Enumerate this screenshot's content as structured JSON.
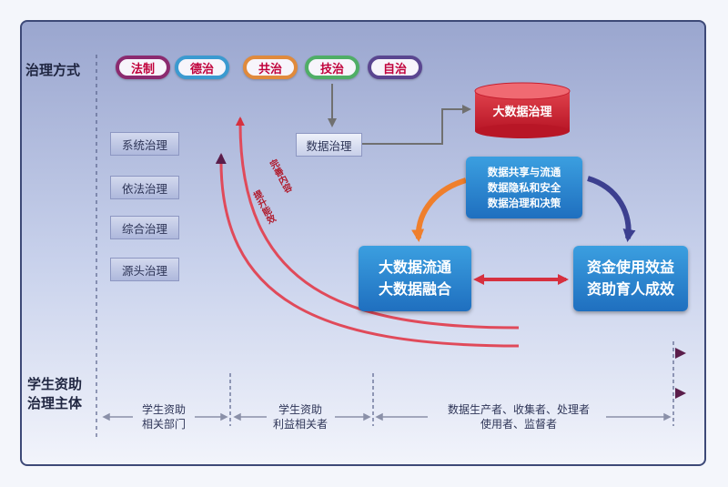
{
  "left_labels": {
    "methods": "治理方式",
    "subject_line1": "学生资助",
    "subject_line2": "治理主体"
  },
  "methods": [
    {
      "label": "法制",
      "ring": "#8b2a6f"
    },
    {
      "label": "德治",
      "ring": "#3b9ad0"
    },
    {
      "label": "共治",
      "ring": "#e08a3c"
    },
    {
      "label": "技治",
      "ring": "#4fae66"
    },
    {
      "label": "自治",
      "ring": "#5a4690"
    }
  ],
  "governance_list": [
    "系统治理",
    "依法治理",
    "综合治理",
    "源头治理"
  ],
  "data_governance": "数据治理",
  "big_data_governance": "大数据治理",
  "top_box": [
    "数据共享与流通",
    "数据隐私和安全",
    "数据治理和决策"
  ],
  "left_box": [
    "大数据流通",
    "大数据融合"
  ],
  "right_box": [
    "资金使用效益",
    "资助育人成效"
  ],
  "curve_labels": {
    "outer": "完善内容",
    "inner": "提升能效"
  },
  "bottom_groups": [
    {
      "line1": "学生资助",
      "line2": "相关部门"
    },
    {
      "line1": "学生资助",
      "line2": "利益相关者"
    },
    {
      "line1": "数据生产者、收集者、处理者",
      "line2": "使用者、监督者"
    }
  ],
  "colors": {
    "accent_red": "#d6303f",
    "dark_arrow": "#5a1d4a",
    "blue_box": "#2a86d3",
    "frame": "#3d4977"
  }
}
